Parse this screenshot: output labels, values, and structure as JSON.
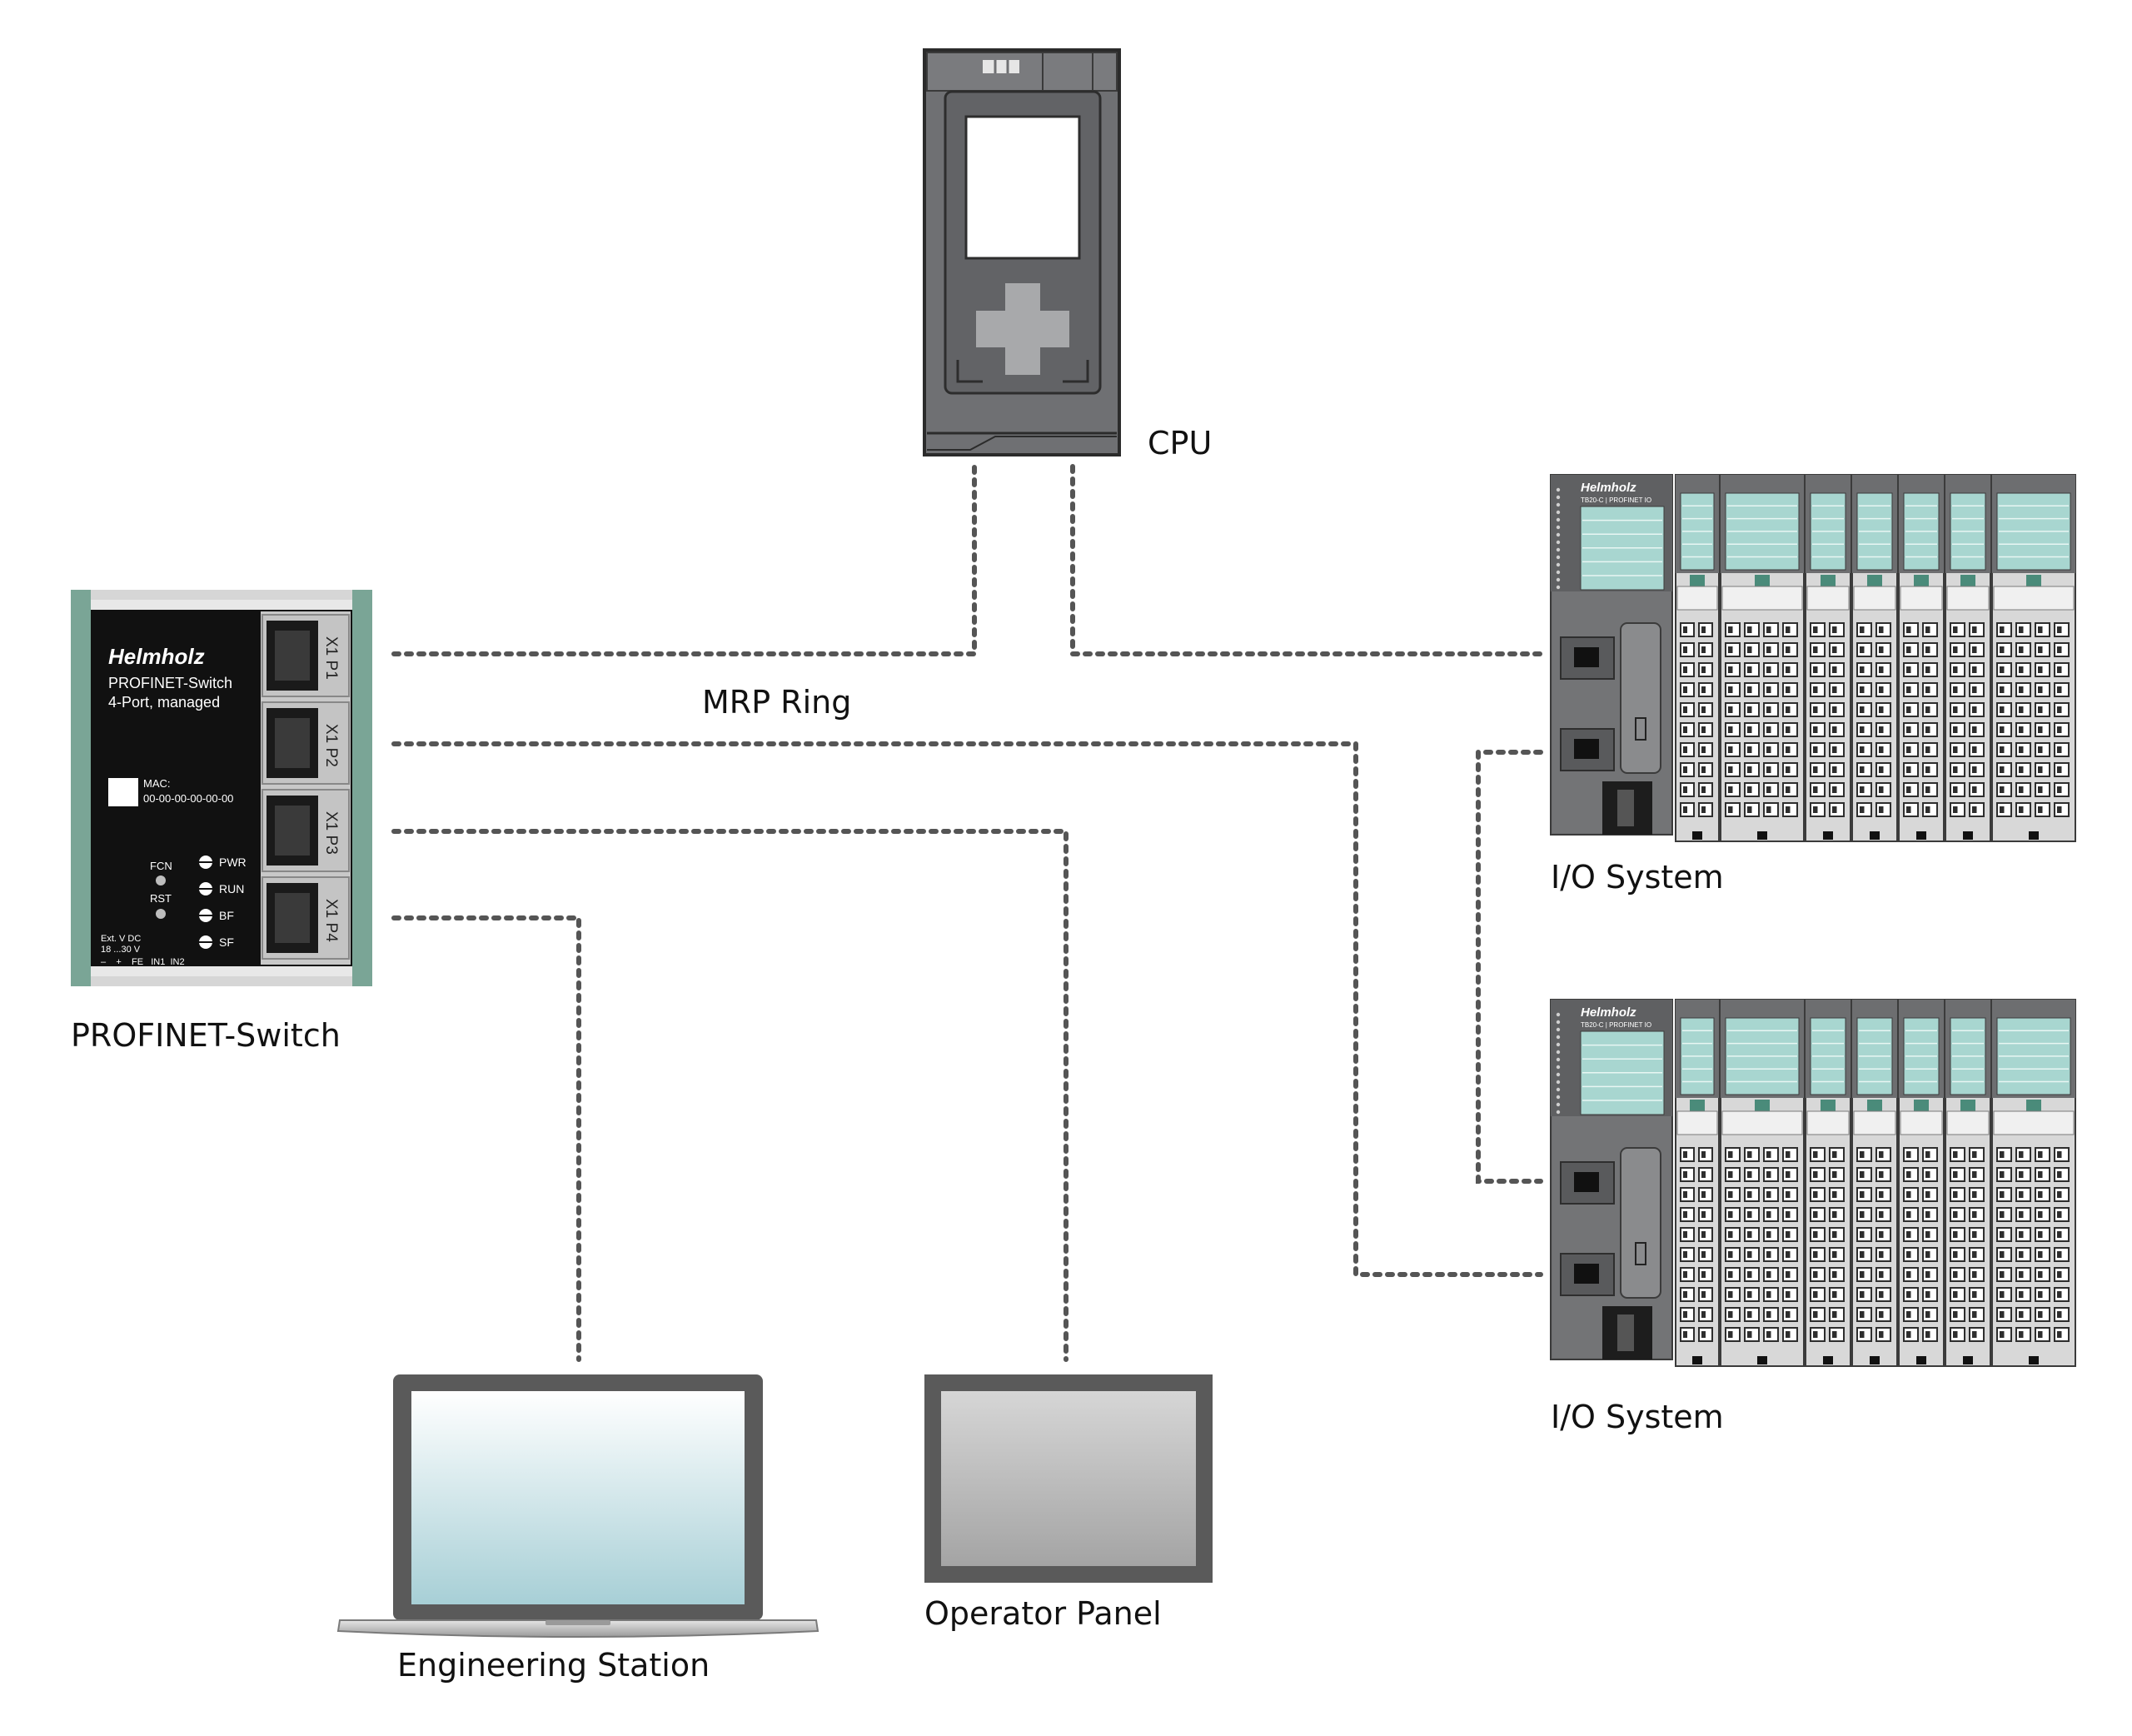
{
  "labels": {
    "cpu": "CPU",
    "mrp_ring": "MRP Ring",
    "switch": "PROFINET-Switch",
    "io_system_1": "I/O System",
    "io_system_2": "I/O System",
    "engineering_station": "Engineering Station",
    "operator_panel": "Operator Panel"
  },
  "switch_device": {
    "brand": "Helmholz",
    "line1": "PROFINET-Switch",
    "line2": "4-Port, managed",
    "mac_label": "MAC:",
    "mac_value": "00-00-00-00-00-00",
    "fcn": "FCN",
    "rst": "RST",
    "leds": [
      "PWR",
      "RUN",
      "BF",
      "SF"
    ],
    "power_line1": "Ext. V DC",
    "power_line2": "18 ...30 V",
    "terminals": "–    +    FE   IN1  IN2",
    "ports": [
      "X1 P1",
      "X1 P2",
      "X1 P3",
      "X1 P4"
    ]
  },
  "io_device": {
    "brand": "Helmholz",
    "model": "TB20-C | PROFINET IO"
  },
  "colors": {
    "switch_body": "#111111",
    "switch_rail": "#7aa596",
    "io_window": "#a8d6d0",
    "device_gray": "#6d6e70",
    "cable": "#555555"
  }
}
